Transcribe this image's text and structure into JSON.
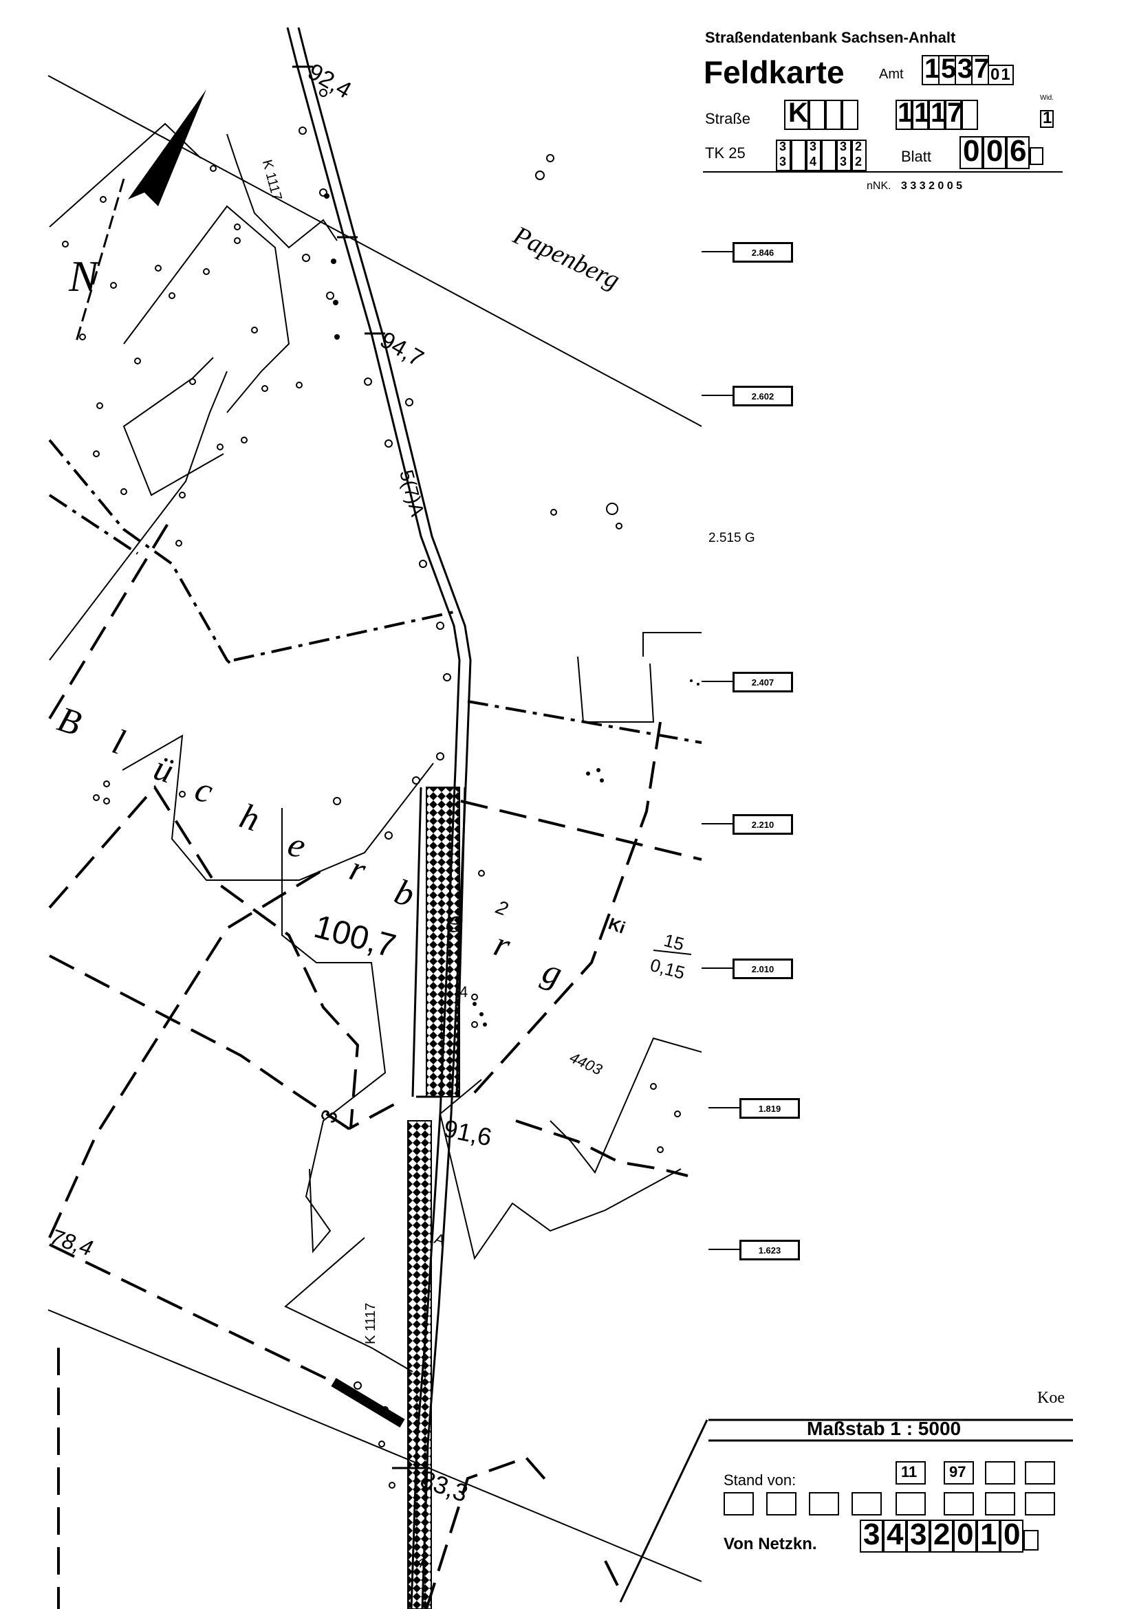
{
  "header": {
    "org": "Straßendatenbank Sachsen-Anhalt",
    "doc_type": "Feldkarte",
    "amt_label": "Amt",
    "amt_digits": [
      "1",
      "5",
      "3",
      "7"
    ],
    "amt_suffix": "01",
    "strasse_label": "Straße",
    "strasse_class": "K",
    "strasse_number": [
      "1",
      "1",
      "1",
      "7"
    ],
    "wid_label": "Wid.",
    "wid_value": "1",
    "tk_label": "TK 25",
    "tk_values": [
      [
        "3",
        "3"
      ],
      [
        "3",
        "4"
      ],
      [
        "3",
        "3"
      ],
      [
        "2",
        "2"
      ]
    ],
    "blatt_label": "Blatt",
    "blatt_digits": [
      "0",
      "0",
      "6"
    ],
    "nnk_label": "nNK.",
    "nnk_value": "3 3 3 2 0 0 5"
  },
  "station_labels": [
    "2.846",
    "2.602",
    "2.407",
    "2.210",
    "2.010",
    "1.819",
    "1.623"
  ],
  "point_station": "2.515 G",
  "map_labels": {
    "papenberg": "Papenberg",
    "bluecherberg": [
      "B",
      "l",
      "ü",
      "c",
      "h",
      "e",
      "r",
      "b",
      "e",
      "r",
      "g"
    ],
    "elev_92": "92,4",
    "elev_94": "94,7",
    "elev_100": "100,7",
    "elev_91": "91,6",
    "elev_78": "78,4",
    "elev_83": "83,3",
    "road_top": "K 1117",
    "road_bottom": "K 1117",
    "road_code": "5(7)A",
    "parcel": "4403",
    "forest_type": "Ki",
    "forest_num": "15",
    "forest_den": "0,15",
    "north": "N",
    "small_2": "2",
    "small_3": "3",
    "small_4": "4",
    "small_A": "A",
    "small_4b": "4"
  },
  "footer": {
    "initials": "Koe",
    "scale": "Maßstab 1 : 5000",
    "stand_label": "Stand von:",
    "stand_month": "11",
    "stand_year": "97",
    "netz_label": "Von Netzkn.",
    "netz_digits": [
      "3",
      "4",
      "3",
      "2",
      "0",
      "1",
      "0"
    ]
  }
}
